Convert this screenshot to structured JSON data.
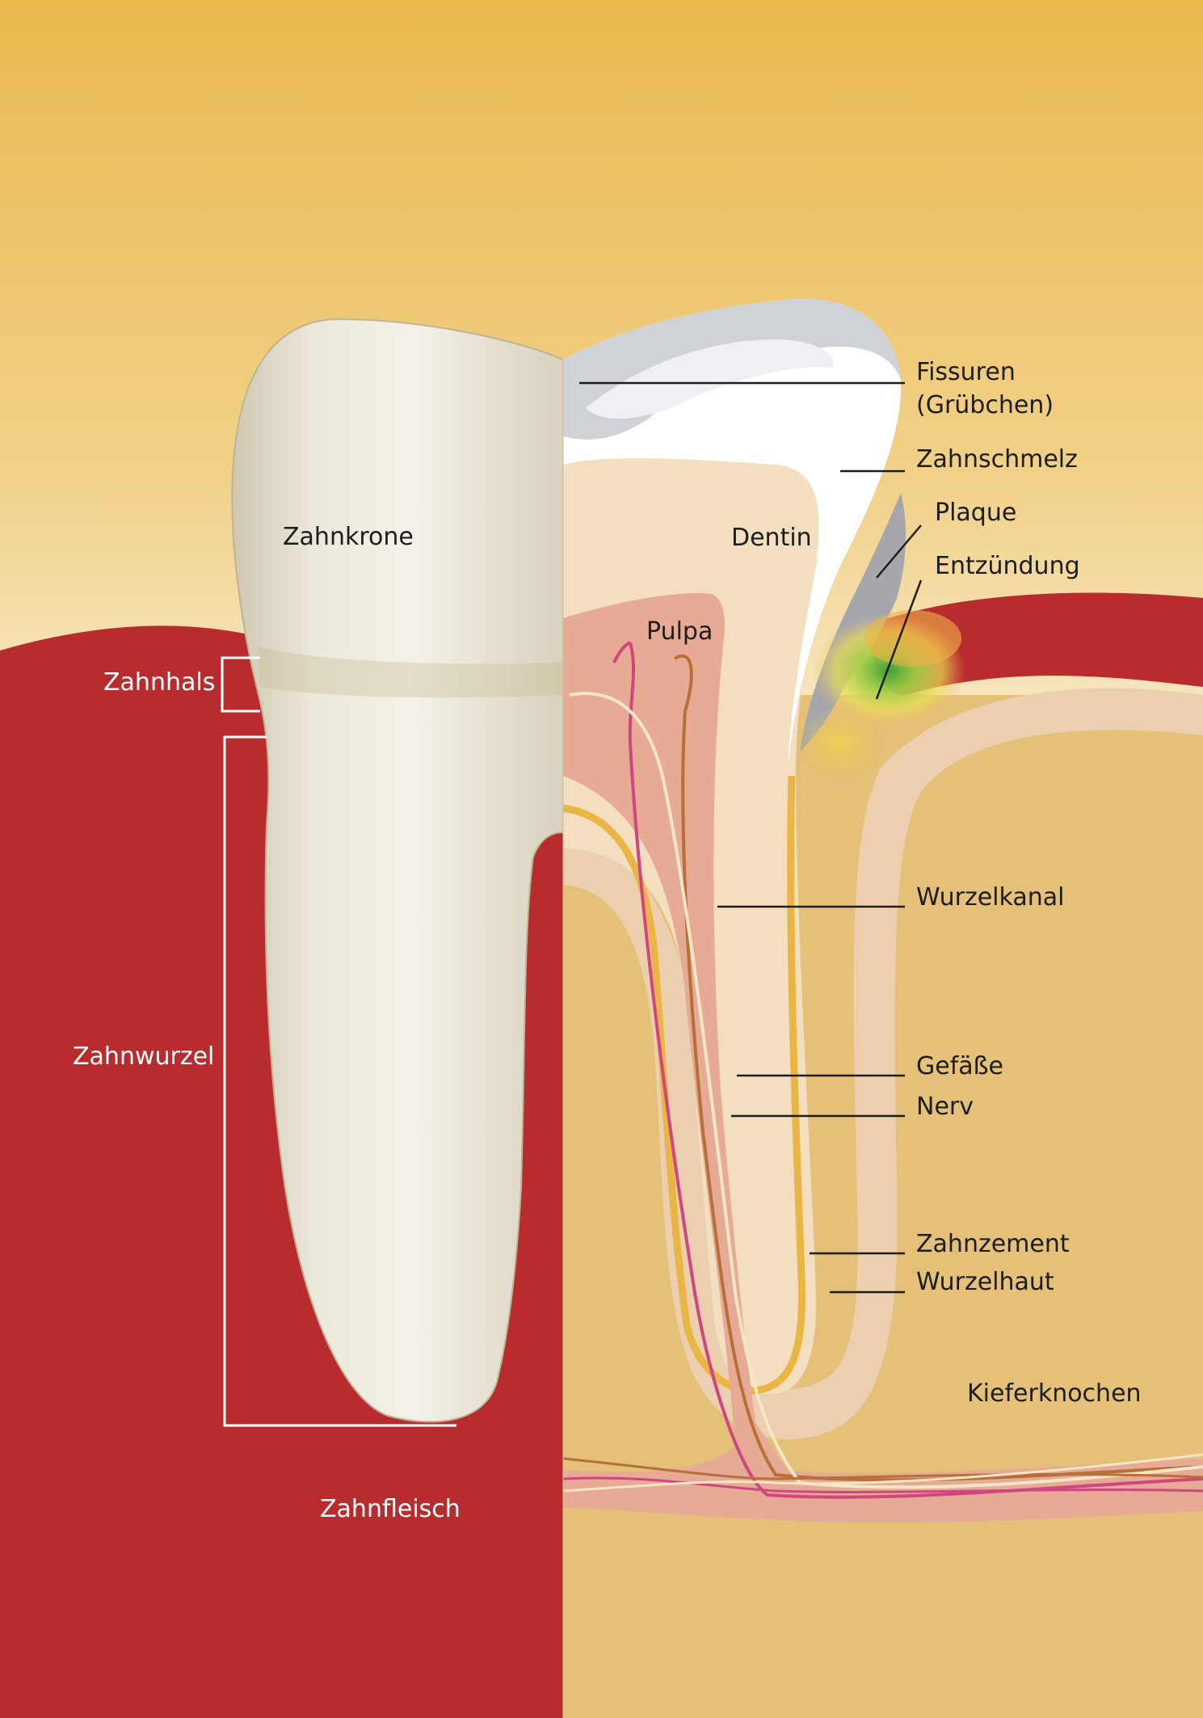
{
  "title": "",
  "colors": {
    "background_top": "#e9b94e",
    "background_light": "#f6e6c0",
    "gum_red": "#b92c2e",
    "bone": "#e4c078",
    "enamel": "#ffffff",
    "dentin": "#f3dfc0",
    "pulp": "#e6aa95",
    "cementum": "#e9b545",
    "plaque_grey": "#a5a7ac",
    "inflammation": "#5bb54a",
    "nerve": "#d04680",
    "vessel": "#b67038"
  },
  "labels": {
    "crown": "Zahnkrone",
    "neck": "Zahnhals",
    "root": "Zahnwurzel",
    "gum": "Zahnfleisch",
    "dentin": "Dentin",
    "pulp": "Pulpa",
    "fissures_line1": "Fissuren",
    "fissures_line2": "(Grübchen)",
    "enamel": "Zahnschmelz",
    "plaque": "Plaque",
    "inflammation": "Entzündung",
    "root_canal": "Wurzelkanal",
    "vessels": "Gefäße",
    "nerve": "Nerv",
    "cementum": "Zahnzement",
    "periodontal_membrane": "Wurzelhaut",
    "jawbone": "Kieferknochen"
  }
}
